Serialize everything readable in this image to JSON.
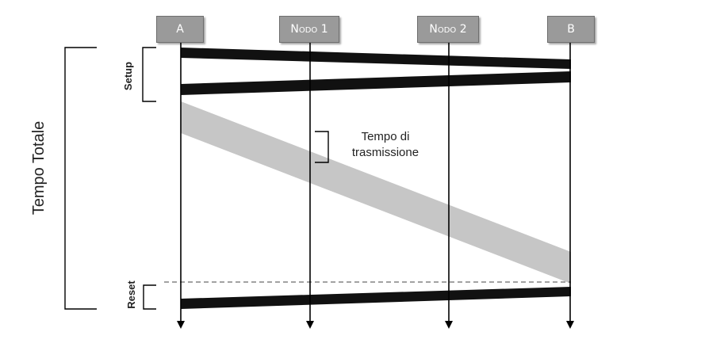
{
  "nodes": [
    {
      "id": "a",
      "label": "A"
    },
    {
      "id": "nodo1",
      "label": "Nodo 1"
    },
    {
      "id": "nodo2",
      "label": "Nodo 2"
    },
    {
      "id": "b",
      "label": "B"
    }
  ],
  "labels": {
    "total_time": "Tempo Totale",
    "setup": "Setup",
    "reset": "Reset",
    "transmission_time_line1": "Tempo di",
    "transmission_time_line2": "trasmissione"
  },
  "colors": {
    "node_fill": "#9a9a9a",
    "control_signal": "#111111",
    "data_transfer": "#c6c6c6",
    "lifeline": "#000000"
  }
}
